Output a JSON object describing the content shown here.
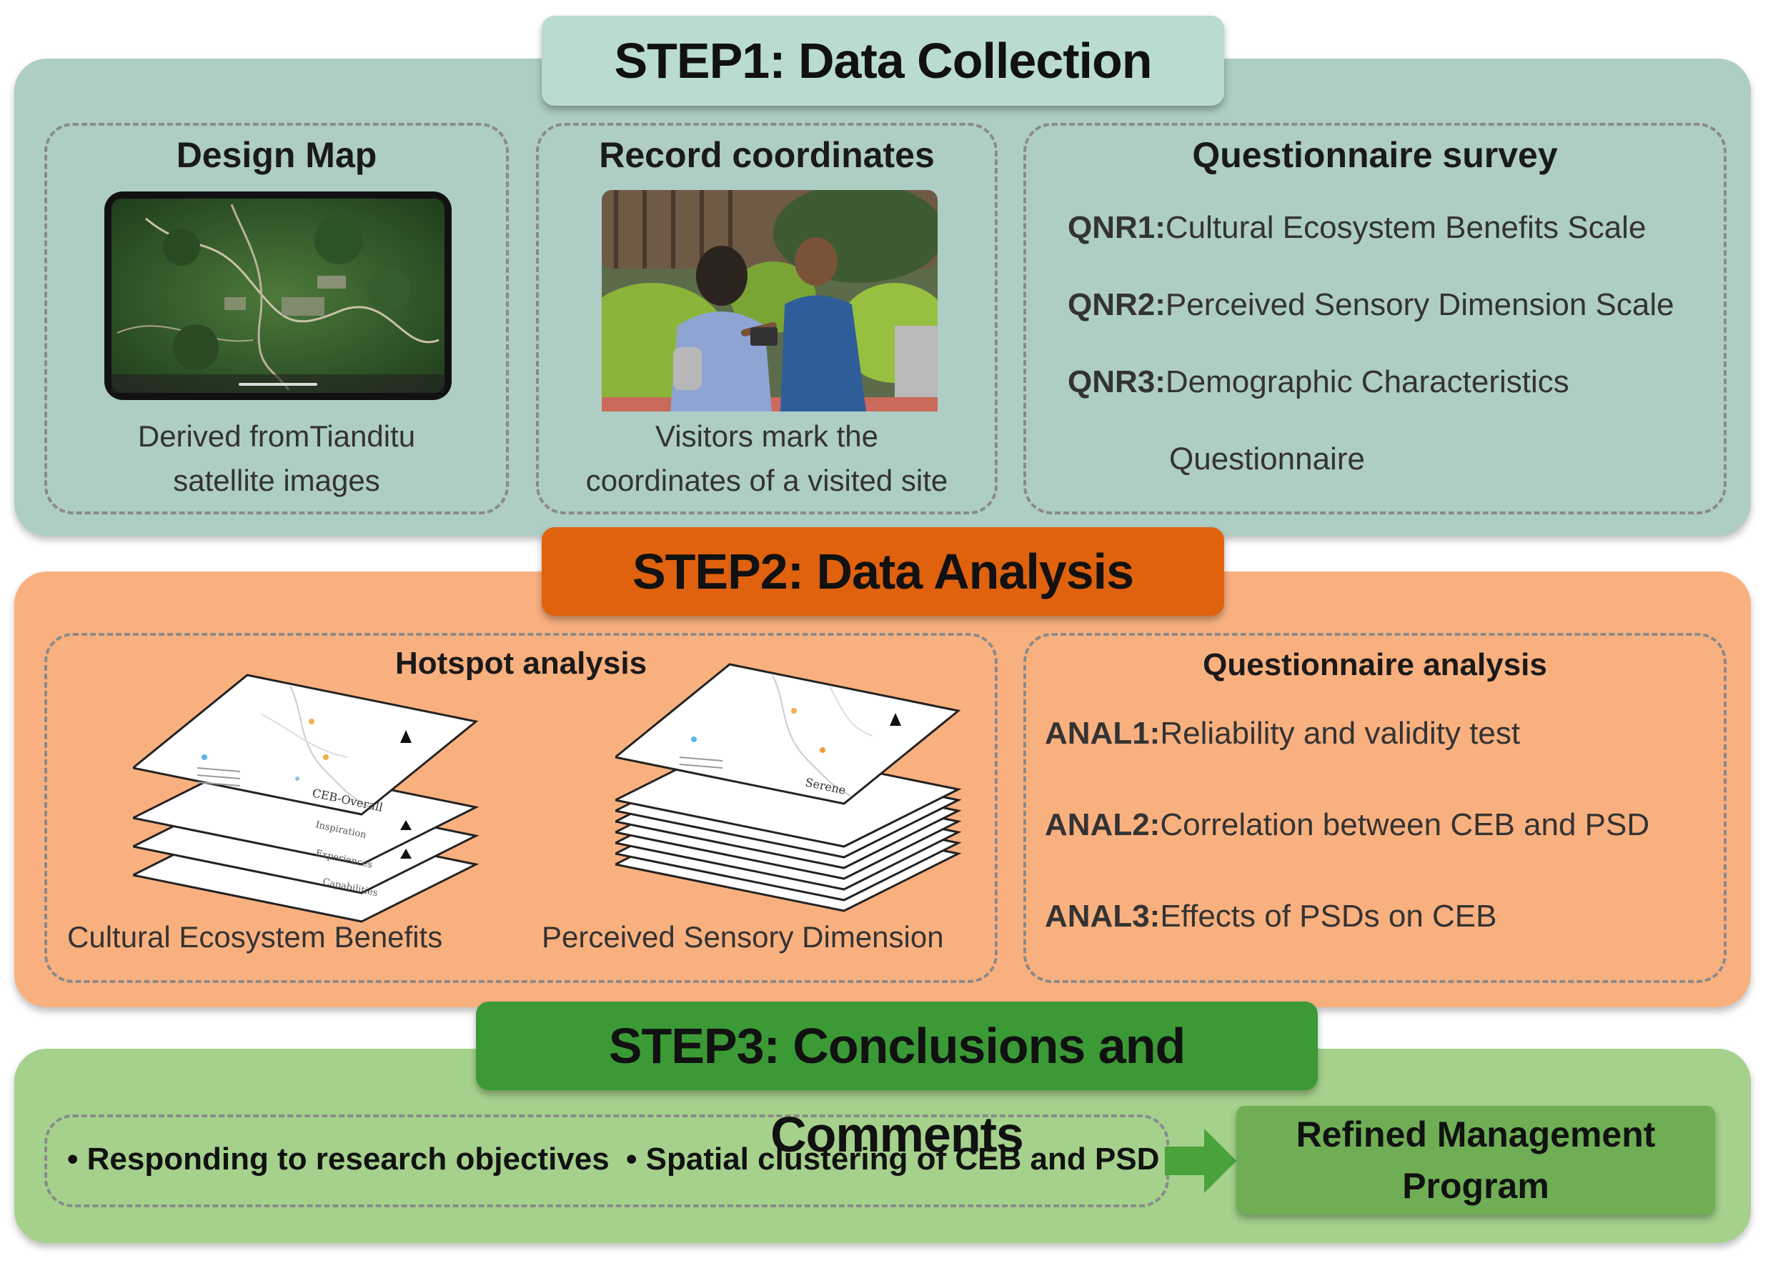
{
  "step1": {
    "title": "STEP1: Data Collection",
    "design_map": {
      "title": "Design Map",
      "caption_line1": "Derived fromTianditu",
      "caption_line2": "satellite images"
    },
    "record": {
      "title": "Record coordinates",
      "caption_line1": "Visitors mark the",
      "caption_line2": "coordinates of a visited site"
    },
    "questionnaire": {
      "title": "Questionnaire survey",
      "items": [
        {
          "code": "QNR1:",
          "text": "Cultural Ecosystem Benefits Scale"
        },
        {
          "code": "QNR2:",
          "text": "Perceived Sensory Dimension Scale"
        },
        {
          "code": "QNR3:",
          "text": "Demographic Characteristics"
        }
      ],
      "item3_continuation": "Questionnaire"
    }
  },
  "step2": {
    "title": "STEP2: Data Analysis",
    "hotspot": {
      "title": "Hotspot analysis",
      "caption_left": "Cultural Ecosystem Benefits",
      "caption_right": "Perceived Sensory Dimension",
      "map_labels_left": [
        "CEB-Overall",
        "Inspiration",
        "Experiences",
        "Capabilities"
      ],
      "map_label_right": "Serene"
    },
    "questionnaire_analysis": {
      "title": "Questionnaire analysis",
      "items": [
        {
          "code": "ANAL1:",
          "text": "Reliability and validity test"
        },
        {
          "code": "ANAL2:",
          "text": "Correlation between CEB and PSD"
        },
        {
          "code": "ANAL3:",
          "text": "Effects of PSDs on CEB"
        }
      ]
    }
  },
  "step3": {
    "title": "STEP3: Conclusions and Comments",
    "bullets": [
      "• Responding to research objectives",
      "• Spatial clustering of CEB and PSD"
    ],
    "result_line1": "Refined Management",
    "result_line2": "Program"
  },
  "colors": {
    "step1_panel": "#aecdc4",
    "step1_banner": "#b9dccf",
    "step2_panel": "#f9b07f",
    "step2_banner": "#e0620e",
    "step3_panel": "#a5d18c",
    "step3_banner": "#3b9a36",
    "result_box": "#6fae55",
    "arrow": "#4aa23a"
  },
  "icons": [
    "tablet-map-icon",
    "photo-visitors-icon",
    "stacked-maps-icon",
    "north-arrow-icon",
    "right-arrow-icon"
  ]
}
